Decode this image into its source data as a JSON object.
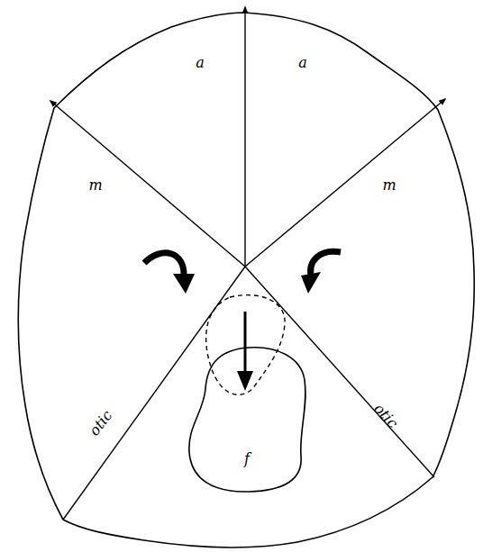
{
  "diagram": {
    "nodes": [
      {
        "text": [
          "f"
        ]
      }
    ],
    "labels": [
      "a",
      "a",
      "m",
      "m",
      "otic",
      "otic"
    ]
  }
}
